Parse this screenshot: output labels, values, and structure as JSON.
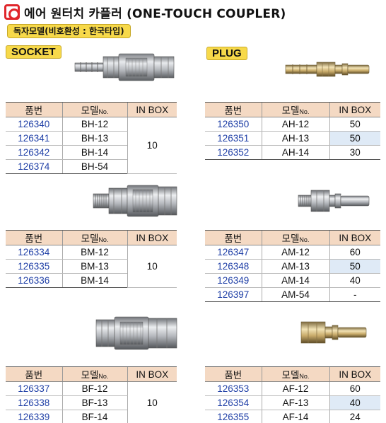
{
  "header": {
    "title": "에어 원터치 카플러 (ONE-TOUCH COUPLER)",
    "subtitle": "독자모델(비호환성 : 한국타입)"
  },
  "sections": {
    "socket": "SOCKET",
    "plug": "PLUG"
  },
  "columns": {
    "part_no": "품번",
    "model": "모델",
    "model_suffix": "No.",
    "in_box": "IN BOX"
  },
  "tables": [
    {
      "id": "bh",
      "rows": [
        {
          "part": "126340",
          "model": "BH-12"
        },
        {
          "part": "126341",
          "model": "BH-13"
        },
        {
          "part": "126342",
          "model": "BH-14"
        },
        {
          "part": "126374",
          "model": "BH-54"
        }
      ],
      "box": "10"
    },
    {
      "id": "ah",
      "rows": [
        {
          "part": "126350",
          "model": "AH-12",
          "box": "50"
        },
        {
          "part": "126351",
          "model": "AH-13",
          "box": "50"
        },
        {
          "part": "126352",
          "model": "AH-14",
          "box": "30"
        }
      ]
    },
    {
      "id": "bm",
      "rows": [
        {
          "part": "126334",
          "model": "BM-12"
        },
        {
          "part": "126335",
          "model": "BM-13"
        },
        {
          "part": "126336",
          "model": "BM-14"
        }
      ],
      "box": "10"
    },
    {
      "id": "am",
      "rows": [
        {
          "part": "126347",
          "model": "AM-12",
          "box": "60"
        },
        {
          "part": "126348",
          "model": "AM-13",
          "box": "50"
        },
        {
          "part": "126349",
          "model": "AM-14",
          "box": "40"
        },
        {
          "part": "126397",
          "model": "AM-54",
          "box": "-"
        }
      ]
    },
    {
      "id": "bf",
      "rows": [
        {
          "part": "126337",
          "model": "BF-12"
        },
        {
          "part": "126338",
          "model": "BF-13"
        },
        {
          "part": "126339",
          "model": "BF-14"
        }
      ],
      "box": "10"
    },
    {
      "id": "af",
      "rows": [
        {
          "part": "126353",
          "model": "AF-12",
          "box": "60"
        },
        {
          "part": "126354",
          "model": "AF-13",
          "box": "40"
        },
        {
          "part": "126355",
          "model": "AF-14",
          "box": "24"
        }
      ]
    }
  ],
  "images": {
    "socket_hose": "socket-hose-barb-image",
    "plug_hose": "plug-hose-barb-image",
    "socket_male": "socket-male-thread-image",
    "plug_male": "plug-male-thread-image",
    "socket_female": "socket-female-thread-image",
    "plug_female": "plug-female-thread-image"
  },
  "colors": {
    "accent_yellow": "#f7d94a",
    "header_bg": "#f4d9c3",
    "highlight": "#dfeaf6",
    "part_blue": "#1f3fa6",
    "logo_red": "#e0262b",
    "brass": "#c9ab6a",
    "steel": "#b9bcc0"
  }
}
